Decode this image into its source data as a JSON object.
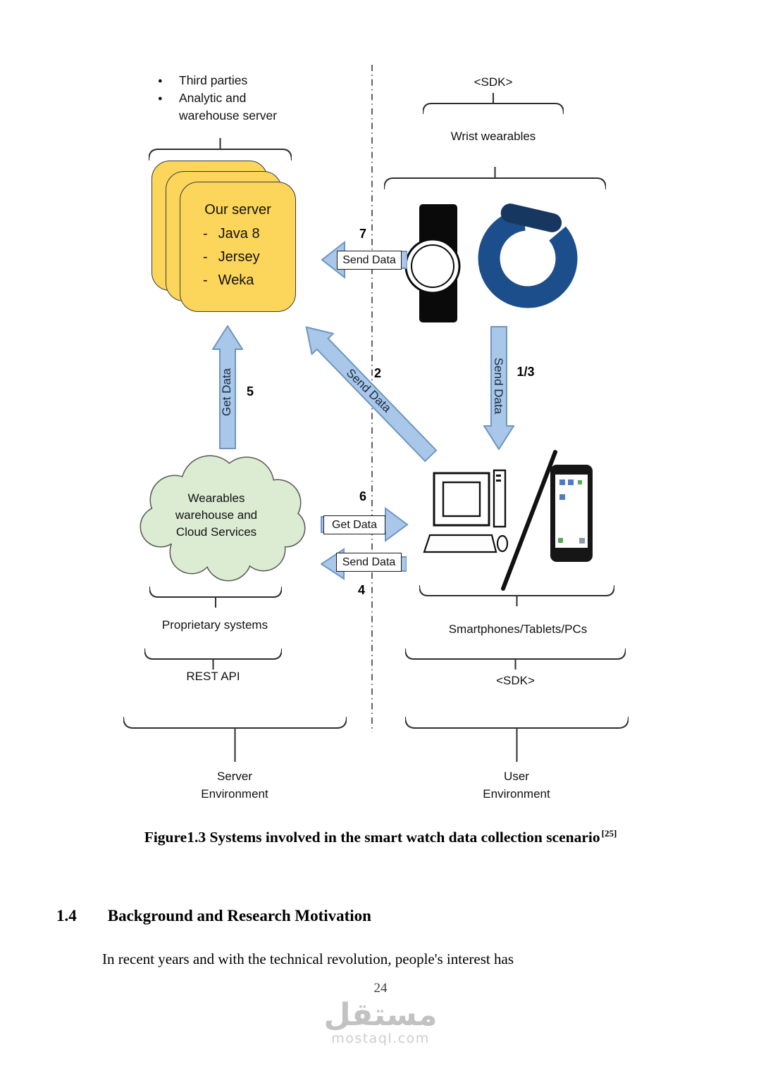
{
  "diagram": {
    "server_bullets": {
      "item1": "Third parties",
      "item2": "Analytic and warehouse server"
    },
    "server_card": {
      "title": "Our server",
      "items": [
        "Java 8",
        "Jersey",
        "Weka"
      ]
    },
    "cloud": {
      "line1": "Wearables",
      "line2": "warehouse and",
      "line3": "Cloud Services"
    },
    "labels": {
      "sdk_top": "<SDK>",
      "wrist_wearables": "Wrist wearables",
      "proprietary_systems": "Proprietary systems",
      "rest_api": "REST API",
      "smartphones": "Smartphones/Tablets/PCs",
      "sdk_bottom": "<SDK>",
      "server_env_line1": "Server",
      "server_env_line2": "Environment",
      "user_env_line1": "User",
      "user_env_line2": "Environment"
    },
    "arrows": {
      "send7": {
        "label": "Send Data",
        "number": "7"
      },
      "send2": {
        "label": "Send Data",
        "number": "2"
      },
      "send13": {
        "label": "Send Data",
        "number": "1/3"
      },
      "get5": {
        "label": "Get Data",
        "number": "5"
      },
      "get6": {
        "label": "Get Data",
        "number": "6"
      },
      "send4": {
        "label": "Send Data",
        "number": "4"
      }
    },
    "colors": {
      "arrow_fill": "#a9c7e8",
      "server_card": "#fcd65a",
      "cloud_fill": "#dcecd3",
      "logo_blue": "#1d4e8c"
    }
  },
  "caption": {
    "text": "Figure1.3 Systems involved in the smart watch data collection scenario",
    "citation": "[25]"
  },
  "section": {
    "number": "1.4",
    "title": "Background and Research Motivation"
  },
  "body": {
    "paragraph": "In recent years and with the technical revolution, people's interest has"
  },
  "page_number": "24",
  "watermark": {
    "arabic": "مستقل",
    "site": "mostaql.com"
  }
}
